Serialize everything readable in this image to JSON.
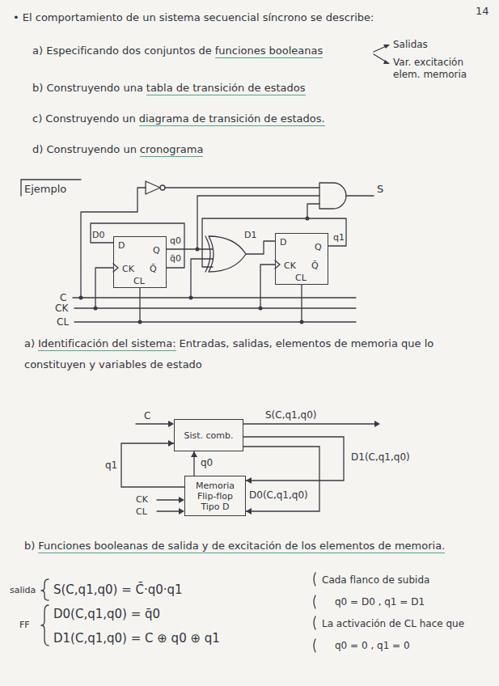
{
  "diagram": {
    "nodes": [
      {
        "text": [
          "D",
          "Q",
          "CK",
          "Q̄",
          "CL"
        ]
      },
      {
        "text": [
          "D",
          "Q",
          "CK",
          "Q̄",
          "CL"
        ]
      },
      {
        "text": [
          "Sist. comb."
        ]
      },
      {
        "text": [
          "Memoria Flip-flop Tipo D"
        ]
      }
    ],
    "edges": [
      {
        "from": 2,
        "to": 3,
        "label": "D1(C,q1,q0)",
        "arrow": "to"
      },
      {
        "from": 2,
        "to": 3,
        "label": "D0(C,q1,q0)",
        "arrow": "to"
      },
      {
        "from": 3,
        "to": 2,
        "label": "q0",
        "arrow": "to"
      },
      {
        "from": 3,
        "to": 2,
        "label": "q1",
        "arrow": "to"
      }
    ],
    "labels": [
      "14",
      "• El comportamiento de un sistema secuencial síncrono se describe:",
      "a) Especificando dos conjuntos de",
      "funciones booleanas",
      "Salidas",
      "Var. excitación elem. memoria",
      "b) Construyendo una",
      "tabla de transición de estados",
      "c) Construyendo un",
      "diagrama de transición de estados.",
      "d) Construyendo un",
      "cronograma",
      "Ejemplo",
      "S",
      "D0",
      "q0",
      "q̄0",
      "D1",
      "q1",
      "C",
      "CK",
      "CL",
      "a)",
      "Identificación del sistema:",
      "Entradas, salidas, elementos de memoria que lo constituyen y variables de estado",
      "C",
      "S(C,q1,q0)",
      "CK",
      "CL",
      "b)",
      "Funciones booleanas de salida y de excitación de los elementos de memoria.",
      "salida",
      "S(C,q1,q0) = C̄·q0·q1",
      "FF",
      "D0(C,q1,q0) = q̄0",
      "D1(C,q1,q0) = C ⊕ q0 ⊕ q1",
      "Cada flanco de subida",
      "q0 = D0 , q1 = D1",
      "La activación de CL hace que",
      "q0 = 0 , q1 = 0"
    ]
  }
}
